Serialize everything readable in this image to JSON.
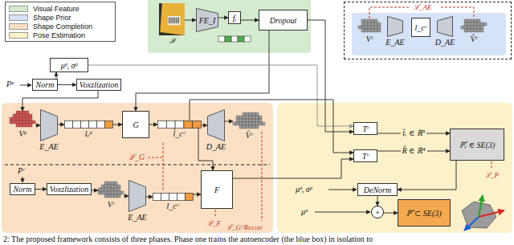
{
  "diagram": {
    "caption": "2: The proposed framework consists of three phases. Phase one trains the autoencoder (the blue box) in isolation to",
    "nodes": [
      {
        "text": [
          "ℐ"
        ]
      },
      {
        "text": [
          "FE_I"
        ]
      },
      {
        "text": [
          "fᵢ"
        ]
      },
      {
        "text": [
          "Dropout"
        ]
      },
      {
        "text": [
          "Vᶜ"
        ]
      },
      {
        "text": [
          "E_AE"
        ]
      },
      {
        "text": [
          "l_cᶜ"
        ]
      },
      {
        "text": [
          "D_AE"
        ]
      },
      {
        "text": [
          "V̂ᶜ"
        ]
      },
      {
        "text": [
          "μᵖ, σᵖ"
        ]
      },
      {
        "text": [
          "Norm"
        ]
      },
      {
        "text": [
          "Voxzlization"
        ]
      },
      {
        "text": [
          "Vᵖ"
        ]
      },
      {
        "text": [
          "E_AE"
        ]
      },
      {
        "text": [
          "lᵥᵖ"
        ]
      },
      {
        "text": [
          "G"
        ]
      },
      {
        "text": [
          "l̂_cᶜ"
        ]
      },
      {
        "text": [
          "D_AE"
        ]
      },
      {
        "text": [
          "V̂ᶜ"
        ]
      },
      {
        "text": [
          "Norm"
        ]
      },
      {
        "text": [
          "Voxzlization"
        ]
      },
      {
        "text": [
          "Vᶜ"
        ]
      },
      {
        "text": [
          "E_AE"
        ]
      },
      {
        "text": [
          "l_cᶜ"
        ]
      },
      {
        "text": [
          "F"
        ]
      },
      {
        "text": [
          "Tᵗ"
        ]
      },
      {
        "text": [
          "Tʳ"
        ]
      },
      {
        "text": [
          "ℙ̂ᵣ ∈ SE(3)"
        ]
      },
      {
        "text": [
          "DeNorm"
        ]
      },
      {
        "text": [
          "+"
        ]
      },
      {
        "text": [
          "ℙ̂ ⊂ SE(3)"
        ]
      }
    ],
    "edges": [
      {
        "from": 0,
        "to": 1,
        "arrow": "to"
      },
      {
        "from": 1,
        "to": 2,
        "arrow": "to"
      },
      {
        "from": 2,
        "to": 3,
        "arrow": "to"
      },
      {
        "from": 10,
        "to": 9,
        "arrow": "to"
      },
      {
        "from": 10,
        "to": 11,
        "arrow": "to"
      },
      {
        "from": 11,
        "to": 12,
        "arrow": "to"
      },
      {
        "from": 12,
        "to": 13,
        "arrow": "to"
      },
      {
        "from": 13,
        "to": 14,
        "arrow": "to"
      },
      {
        "from": 14,
        "to": 15,
        "arrow": "to"
      },
      {
        "from": 15,
        "to": 16,
        "arrow": "to"
      },
      {
        "from": 16,
        "to": 17,
        "arrow": "to"
      },
      {
        "from": 17,
        "to": 18,
        "arrow": "to"
      },
      {
        "from": 3,
        "to": 15,
        "arrow": "to"
      },
      {
        "from": 19,
        "to": 20,
        "arrow": "to"
      },
      {
        "from": 20,
        "to": 21,
        "arrow": "to"
      },
      {
        "from": 21,
        "to": 22,
        "arrow": "to"
      },
      {
        "from": 22,
        "to": 23,
        "arrow": "to"
      },
      {
        "from": 23,
        "to": 24,
        "arrow": "to"
      },
      {
        "from": 16,
        "to": 24,
        "arrow": "to"
      },
      {
        "from": 3,
        "to": 25,
        "arrow": "to"
      },
      {
        "from": 9,
        "to": 25,
        "arrow": "to"
      },
      {
        "from": 16,
        "to": 26,
        "arrow": "to"
      },
      {
        "from": 24,
        "to": 26,
        "arrow": "to"
      },
      {
        "from": 25,
        "to": 27,
        "label": "t̂ᵣ ∈ ℝ³",
        "arrow": "to"
      },
      {
        "from": 26,
        "to": 27,
        "label": "R̂ ∈ ℝ⁴",
        "arrow": "to"
      },
      {
        "from": 27,
        "to": 28,
        "arrow": "to"
      },
      {
        "from": 28,
        "to": 29,
        "arrow": "to"
      },
      {
        "from": 29,
        "to": 30,
        "arrow": "to"
      }
    ],
    "labels": [
      "Pᵖ",
      "ℒ_AE",
      "ℒ_G",
      "Pᶜ",
      "ℒ_F",
      "ℒ_G^Recon",
      "μᵖ, σᵖ",
      "μᵖ",
      "ℒ_P"
    ],
    "legend": [
      {
        "text": "Visual Feature",
        "color": "#d5ebcf"
      },
      {
        "text": "Shape Prior",
        "color": "#d6e2f7"
      },
      {
        "text": "Shape Completion",
        "color": "#fbe0c4"
      },
      {
        "text": "Pose Estimation",
        "color": "#fdf1c9"
      }
    ]
  }
}
